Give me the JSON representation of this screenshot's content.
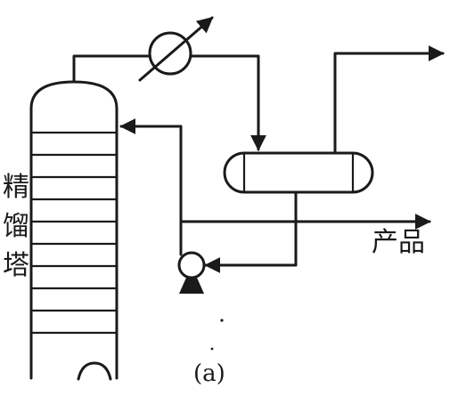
{
  "labels": {
    "column_label_chars": [
      "精",
      "馏",
      "塔"
    ],
    "product_label": "产品",
    "caption": "(a)"
  },
  "components": {
    "column_trays": 10,
    "condenser_icon": "heat-exchanger-icon",
    "pump_icon": "pump-icon",
    "drum_icon": "reflux-drum-icon"
  },
  "colors": {
    "line": "#1a1a1a",
    "background": "#ffffff"
  }
}
